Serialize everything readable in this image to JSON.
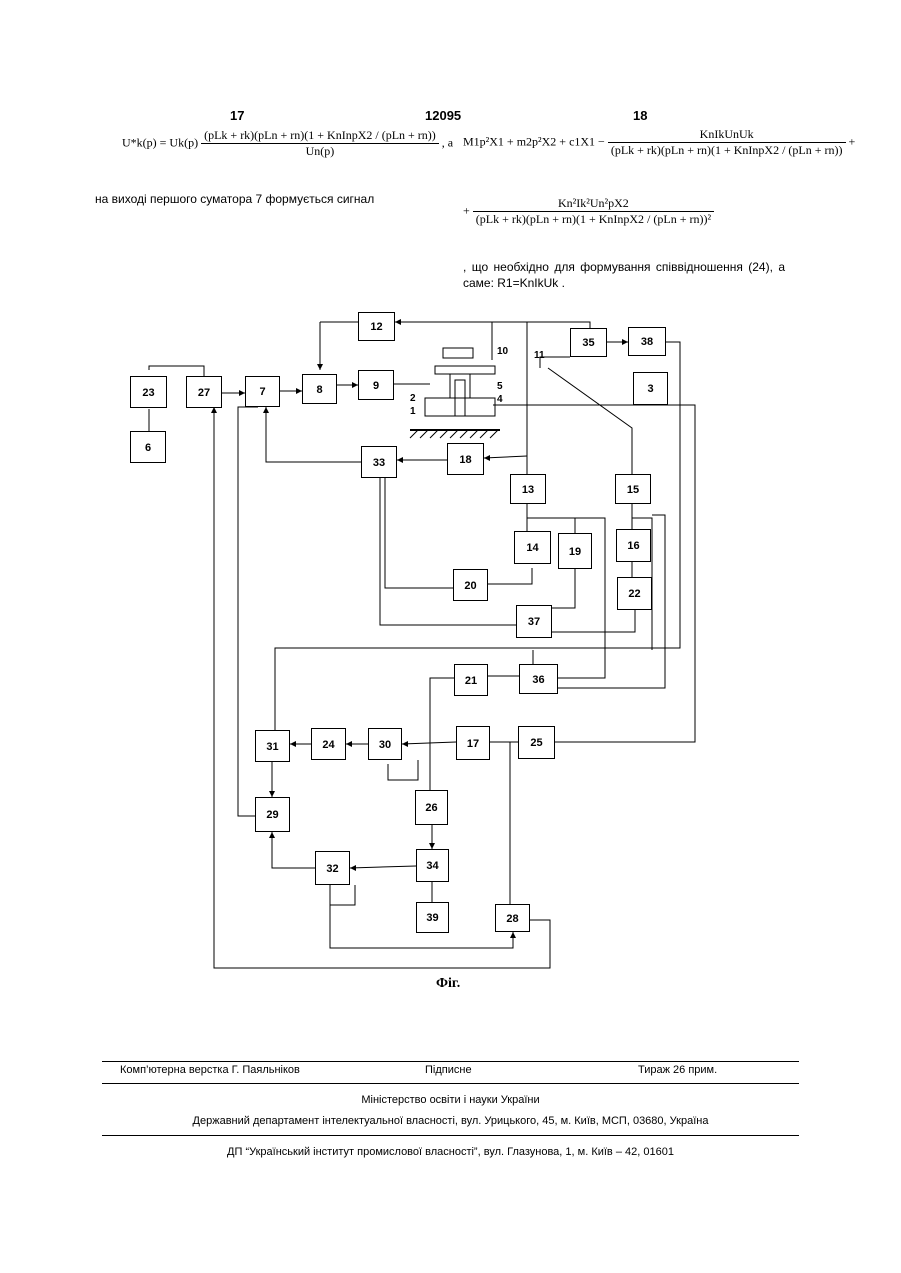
{
  "header": {
    "page_left": "17",
    "patent_number": "12095",
    "page_right": "18"
  },
  "left_column": {
    "formula_lhs": "U*k(p) = Uk(p)",
    "formula_num": "(pLk + rk)(pLn + rn)(1 + KnInpX2 / (pLn + rn))",
    "formula_den": "Un(p)",
    "formula_suffix": ", а",
    "text": "на виході першого суматора 7 формується сигнал"
  },
  "right_column": {
    "formula_line1_lhs": "M1p²X1 + m2p²X2 + c1X1 −",
    "formula_line1_num": "KnIkUnUk",
    "formula_line1_den": "(pLk + rk)(pLn + rn)(1 + KnInpX2 / (pLn + rn))",
    "formula_line1_suffix": "+",
    "formula_line2_lhs": "+",
    "formula_line2_num": "Kn²Ik²Un²pX2",
    "formula_line2_den": "(pLk + rk)(pLn + rn)(1 + KnInpX2 / (pLn + rn))²",
    "text": ", що необхідно для формування співвідношення (24), а саме: R1=KnIkUk ."
  },
  "figure": {
    "caption": "Фіг.",
    "blocks": [
      "1",
      "2",
      "3",
      "4",
      "5",
      "6",
      "7",
      "8",
      "9",
      "10",
      "11",
      "12",
      "13",
      "14",
      "15",
      "16",
      "17",
      "18",
      "19",
      "20",
      "21",
      "22",
      "23",
      "24",
      "25",
      "26",
      "27",
      "28",
      "29",
      "30",
      "31",
      "32",
      "33",
      "34",
      "35",
      "36",
      "37",
      "38",
      "39"
    ]
  },
  "footer": {
    "layout": "Комп’ютерна верстка Г. Паяльніков",
    "signed": "Підписне",
    "circulation": "Тираж 26 прим.",
    "ministry": "Міністерство освіти і науки України",
    "department": "Державний департамент інтелектуальної власності, вул. Урицького, 45, м. Київ, МСП, 03680, Україна",
    "institute": "ДП “Український інститут промислової власності”, вул. Глазунова, 1, м. Київ – 42, 01601"
  }
}
